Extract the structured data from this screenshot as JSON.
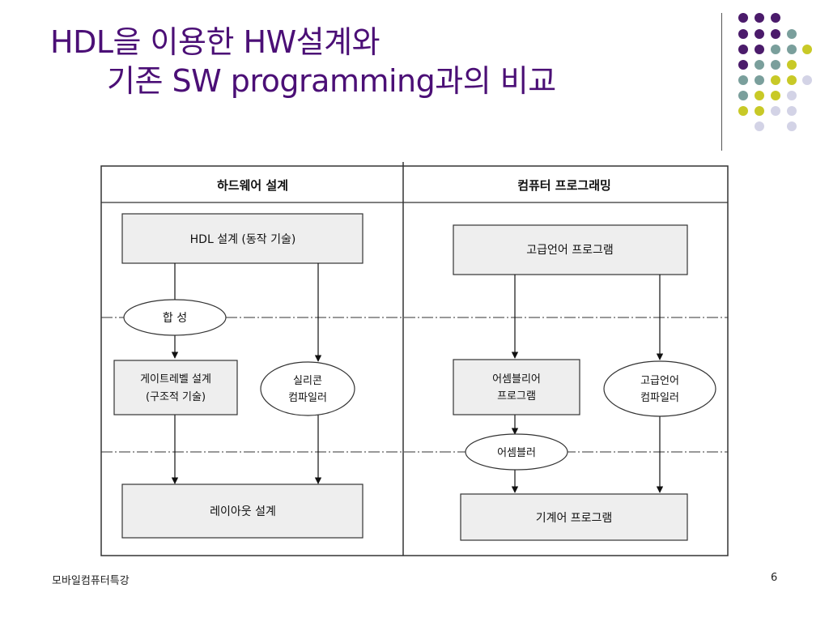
{
  "slide": {
    "title_line1": "HDL을 이용한 HW설계와",
    "title_line2": "기존 SW programming과의 비교",
    "footer_text": "모바일컴퓨터특강",
    "page_number": "6"
  },
  "colors": {
    "title": "#4b0f76",
    "dot_purple": "#4b1b6b",
    "dot_teal": "#7a9f9c",
    "dot_yellow": "#c8c927",
    "dot_lavender": "#d3d3e6",
    "box_fill": "#eeeeee"
  },
  "diagram": {
    "hw": {
      "header": "하드웨어 설계",
      "hdl_design": "HDL 설계 (동작 기술)",
      "synthesis": "합 성",
      "gate_level_line1": "게이트레벨 설계",
      "gate_level_line2": "(구조적 기술)",
      "silicon_line1": "실리콘",
      "silicon_line2": "컴파일러",
      "layout": "레이아웃 설계"
    },
    "sw": {
      "header": "컴퓨터 프로그래밍",
      "high_level": "고급언어 프로그램",
      "assembly_prog_line1": "어셈블리어",
      "assembly_prog_line2": "프로그램",
      "compiler_line1": "고급언어",
      "compiler_line2": "컴파일러",
      "assembler": "어셈블러",
      "machine": "기계어 프로그램"
    }
  }
}
